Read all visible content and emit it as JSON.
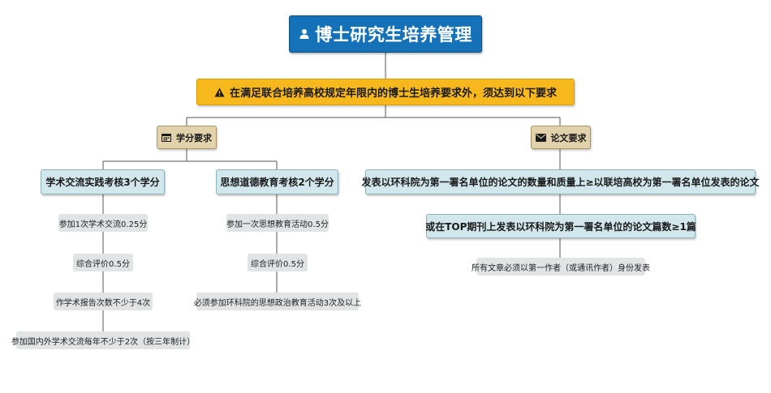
{
  "root": {
    "label": "博士研究生培养管理",
    "icon": "user-icon"
  },
  "note": {
    "label": "在满足联合培养高校规定年限内的博士生培养要求外，须达到以下要求",
    "icon": "warning-icon"
  },
  "credits": {
    "label": "学分要求",
    "icon": "calendar-icon",
    "academic": {
      "label": "学术交流实践考核3个学分",
      "items": [
        "参加1次学术交流0.25分",
        "综合评价0.5分",
        "作学术报告次数不少于4次",
        "参加国内外学术交流每年不少于2次（按三年制计）"
      ]
    },
    "moral": {
      "label": "思想道德教育考核2个学分",
      "items": [
        "参加一次思想教育活动0.5分",
        "综合评价0.5分",
        "必须参加环科院的思想政治教育活动3次及以上"
      ]
    }
  },
  "papers": {
    "label": "论文要求",
    "icon": "envelope-icon",
    "req1": "发表以环科院为第一署名单位的论文的数量和质量上≥以联培高校为第一署名单位发表的论文",
    "req2": "或在TOP期刊上发表以环科院为第一署名单位的论文篇数≥1篇",
    "note": "所有文章必须以第一作者（或通讯作者）身份发表"
  },
  "colors": {
    "root": "#1572b8",
    "note": "#f7b81e",
    "category": "#e2d2ab",
    "requirement": "#d2e7ec",
    "leaf": "#e1e4e5",
    "connector": "#555555"
  }
}
